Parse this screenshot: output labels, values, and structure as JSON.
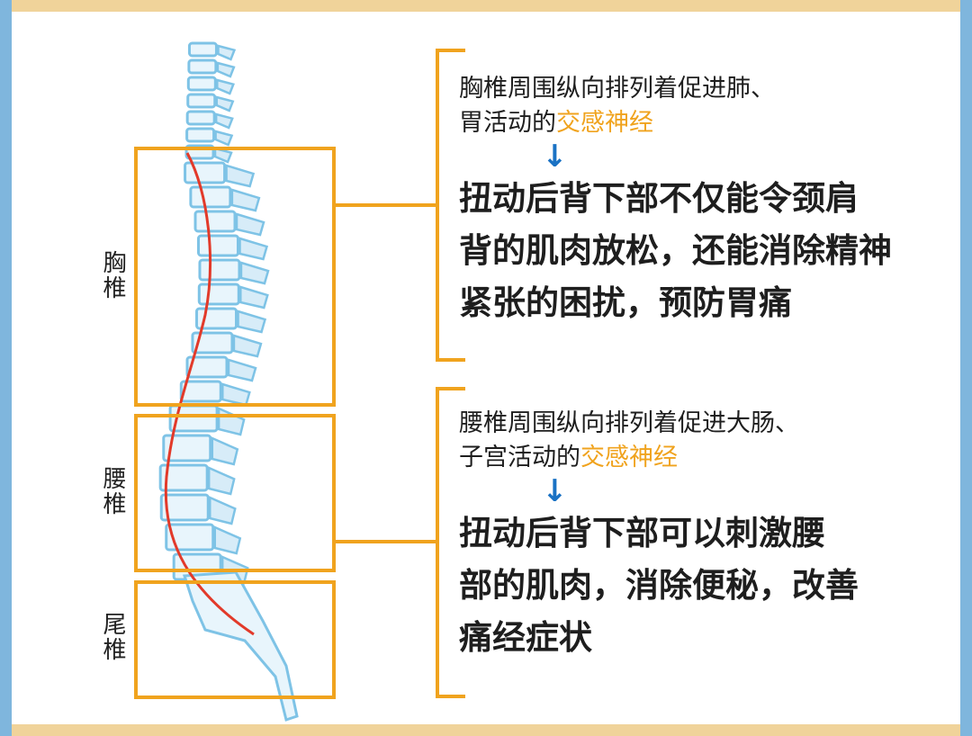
{
  "colors": {
    "frame_top": "#f0d39a",
    "frame_side": "#7fb6dd",
    "bracket": "#f0a31e",
    "spine": "#7ec3e6",
    "nerve": "#e23a2a",
    "highlight": "#f0a31e",
    "arrow": "#1a72c4"
  },
  "labels": {
    "thoracic": "胸椎",
    "lumbar": "腰椎",
    "coccyx": "尾椎"
  },
  "thoracic_note": {
    "line1": "胸椎周围纵向排列着促进肺、",
    "line2_prefix": "胃活动的",
    "line2_highlight": "交感神经",
    "arrow": "↓",
    "big1": "扭动后背下部不仅能令颈肩",
    "big2": "背的肌肉放松，还能消除精神",
    "big3": "紧张的困扰，预防胃痛"
  },
  "lumbar_note": {
    "line1": "腰椎周围纵向排列着促进大肠、",
    "line2_prefix": "子宫活动的",
    "line2_highlight": "交感神经",
    "arrow": "↓",
    "big1": "扭动后背下部可以刺激腰",
    "big2": "部的肌肉，消除便秘，改善",
    "big3": "痛经症状"
  }
}
